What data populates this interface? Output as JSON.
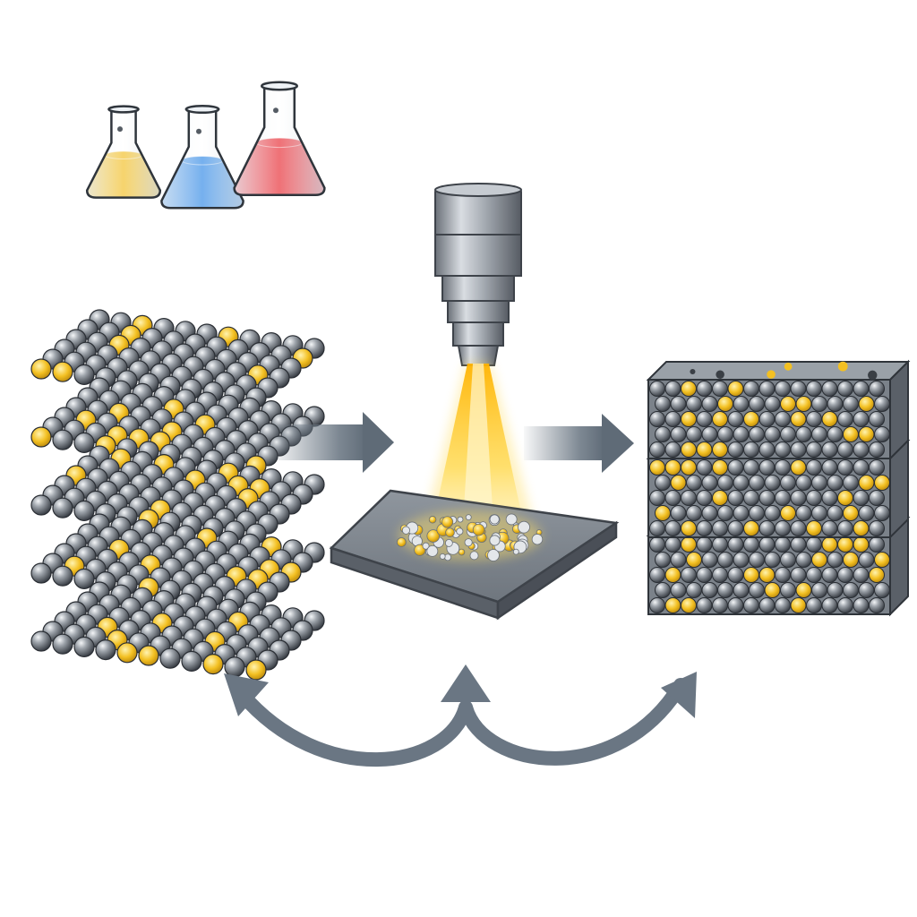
{
  "diagram": {
    "stages": [
      {
        "id": "powder-layers",
        "layer_count": 5
      },
      {
        "id": "laser-fusion"
      },
      {
        "id": "consolidated-part",
        "block_count": 3
      }
    ],
    "flasks": [
      {
        "id": "flask-yellow",
        "liquid_color": "#f2c12e"
      },
      {
        "id": "flask-blue",
        "liquid_color": "#3a8ee6"
      },
      {
        "id": "flask-red",
        "liquid_color": "#e8343c"
      }
    ],
    "colors": {
      "metal": "#8a9098",
      "metal_dark": "#4a4f57",
      "metal_light": "#d6dbe0",
      "gold": "#f3c022",
      "arrow": "#6e7a86",
      "beam": "#ffd23a",
      "plate": "#7d848c"
    }
  }
}
